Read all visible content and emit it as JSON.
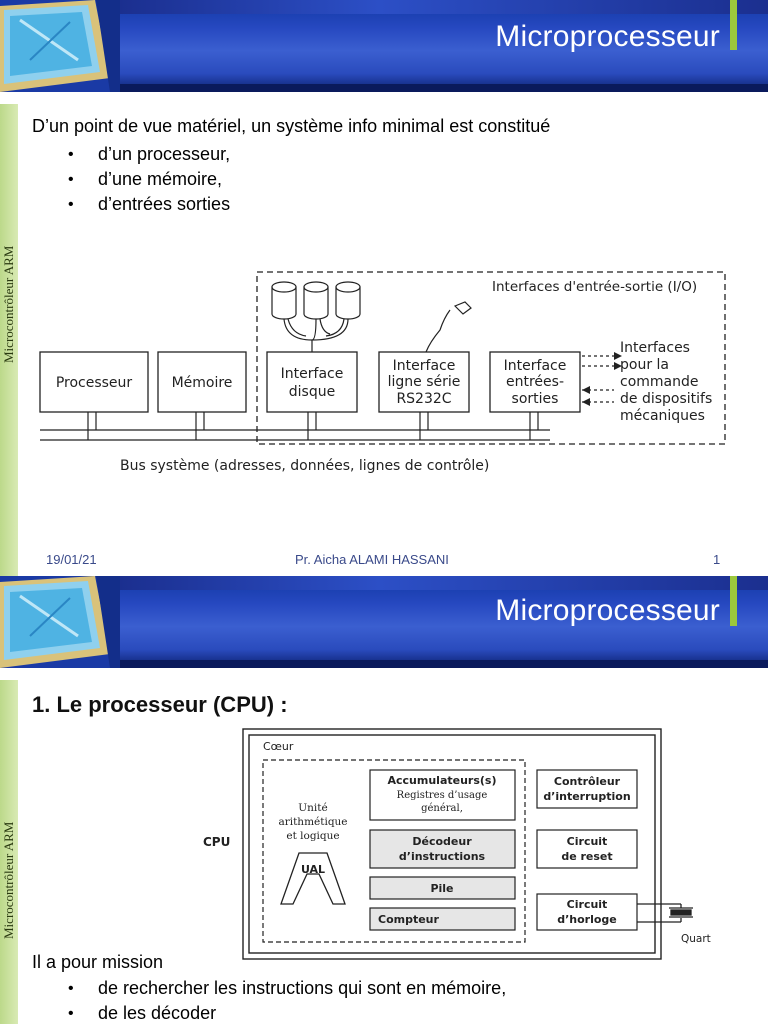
{
  "slide1": {
    "header_title": "Microprocesseur",
    "side_label": "Microcontrôleur ARM",
    "intro": "D’un point de vue matériel, un système info minimal est constitué",
    "bullets": [
      "d’un processeur,",
      "d’une mémoire,",
      "d’entrées sorties"
    ],
    "diagram": {
      "io_label": "Interfaces d'entrée-sortie (I/O)",
      "box_processeur": "Processeur",
      "box_memoire": "Mémoire",
      "box_disque_l1": "Interface",
      "box_disque_l2": "disque",
      "box_serie_l1": "Interface",
      "box_serie_l2": "ligne série",
      "box_serie_l3": "RS232C",
      "box_es_l1": "Interface",
      "box_es_l2": "entrées-",
      "box_es_l3": "sorties",
      "side_l1": "Interfaces",
      "side_l2": "pour la",
      "side_l3": "commande",
      "side_l4": "de dispositifs",
      "side_l5": "mécaniques",
      "bus_label": "Bus système (adresses, données, lignes de contrôle)"
    },
    "footer": {
      "date": "19/01/21",
      "author": "Pr. Aicha ALAMI HASSANI",
      "page": "1"
    }
  },
  "slide2": {
    "header_title": "Microprocesseur",
    "side_label": "Microcontrôleur ARM",
    "heading": "1.  Le processeur (CPU) :",
    "diagram": {
      "coeur": "Cœur",
      "cpu": "CPU",
      "unite_l1": "Unité",
      "unite_l2": "arithmétique",
      "unite_l3": "et logique",
      "ual": "UAL",
      "acc_l1": "Accumulateurs(s)",
      "acc_l2": "Registres d’usage",
      "acc_l3": "général,",
      "dec_l1": "Décodeur",
      "dec_l2": "d’instructions",
      "pile": "Pile",
      "compteur": "Compteur",
      "ctrl_l1": "Contrôleur",
      "ctrl_l2": "d’interruption",
      "reset_l1": "Circuit",
      "reset_l2": "de reset",
      "horloge_l1": "Circuit",
      "horloge_l2": "d’horloge",
      "quart": "Quart"
    },
    "mission": "Il a pour mission",
    "bullets": [
      "de rechercher les instructions qui sont en mémoire,",
      "de les décoder"
    ]
  },
  "colors": {
    "header_blue": "#2648c0",
    "accent_green": "#9cc83c",
    "side_green": "#c9e29c",
    "footer_text": "#3a4a8a"
  }
}
